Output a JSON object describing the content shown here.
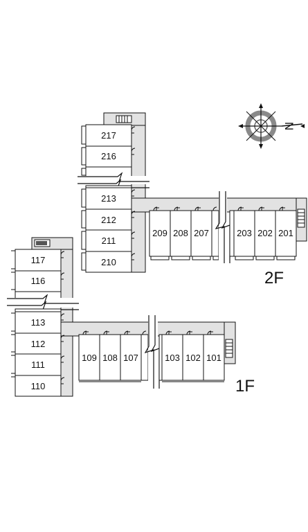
{
  "floor2": {
    "label": "2F",
    "vertical_rooms": [
      "217",
      "216",
      "213",
      "212",
      "211",
      "210"
    ],
    "horizontal_rooms": [
      "209",
      "208",
      "207",
      "203",
      "202",
      "201"
    ]
  },
  "floor1": {
    "label": "1F",
    "vertical_rooms": [
      "117",
      "116",
      "113",
      "112",
      "111",
      "110"
    ],
    "horizontal_rooms": [
      "109",
      "108",
      "107",
      "103",
      "102",
      "101"
    ]
  },
  "compass": {
    "north_letter": "N"
  },
  "colors": {
    "corridor": "#e2e2e2",
    "line": "#111111",
    "compass_ring": "#8a8a8a"
  }
}
